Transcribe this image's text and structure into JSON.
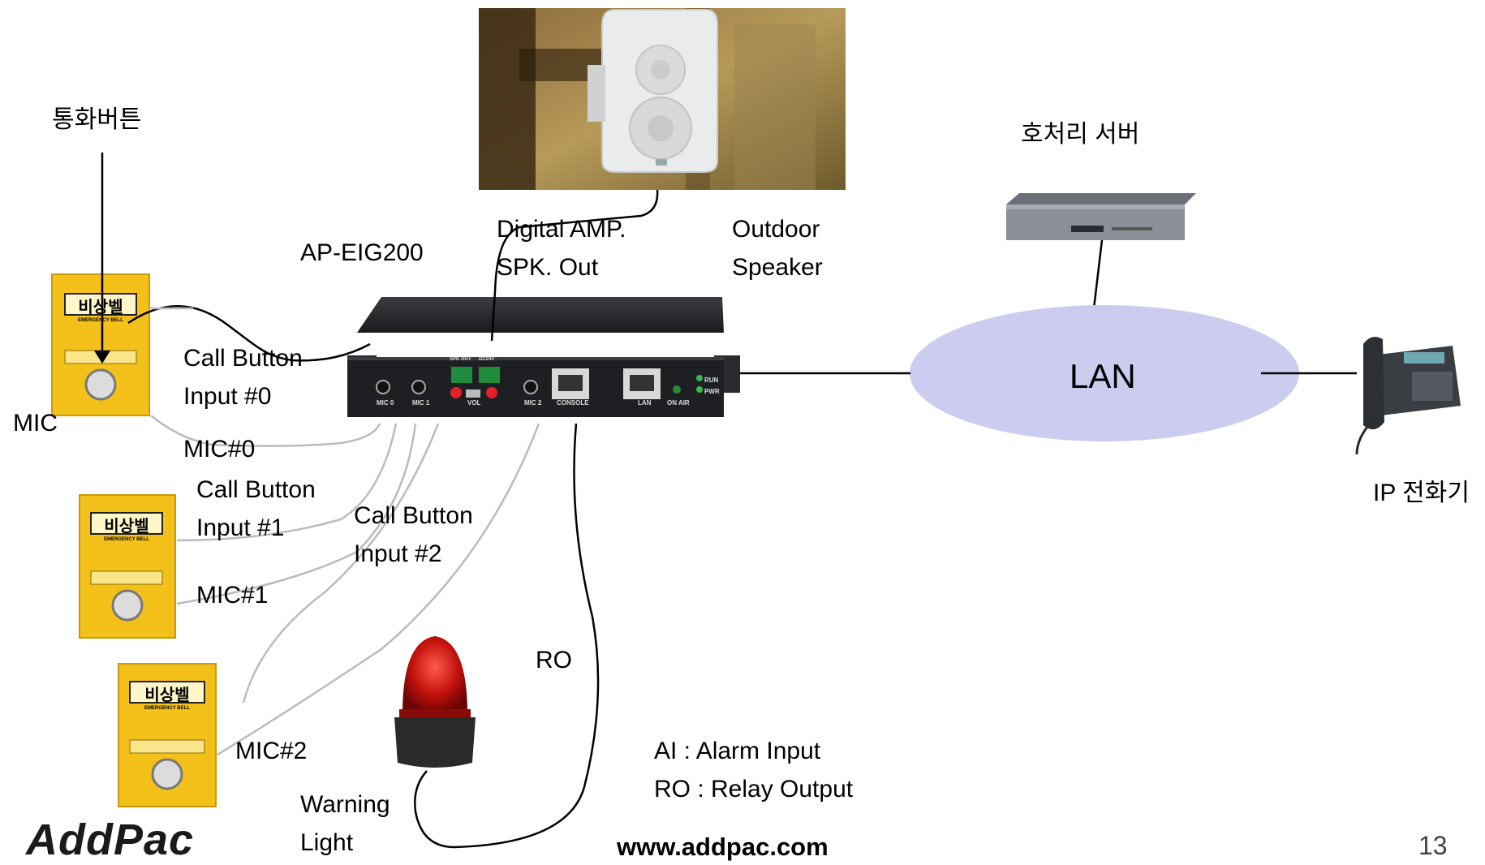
{
  "labels": {
    "call_button_ko": "통화버튼",
    "call_server": "호처리 서버",
    "model": "AP-EIG200",
    "digital_amp_line1": "Digital AMP.",
    "digital_amp_line2": "SPK. Out",
    "outdoor_line1": "Outdoor",
    "outdoor_line2": "Speaker",
    "lan": "LAN",
    "ip_phone": "IP 전화기",
    "mic": "MIC",
    "cb0_line1": "Call Button",
    "cb0_line2": "Input #0",
    "mic0": "MIC#0",
    "cb1_line1": "Call Button",
    "cb1_line2": "Input #1",
    "cb2_line1": "Call Button",
    "cb2_line2": "Input #2",
    "mic1": "MIC#1",
    "mic2": "MIC#2",
    "ro": "RO",
    "ai_legend": "AI : Alarm Input",
    "ro_legend": "RO : Relay Output",
    "warning_line1": "Warning",
    "warning_line2": "Light"
  },
  "device_panel": {
    "ports": [
      "MIC 0",
      "MIC 1",
      "SPK OUT",
      "DC24V",
      "VOL",
      "MIC 2",
      "CONSOLE",
      "LAN",
      "ON AIR",
      "RUN",
      "PWR"
    ]
  },
  "bell_box": {
    "title": "비상벨",
    "subtitle": "EMERGENCY BELL"
  },
  "footer": {
    "logo": "AddPac",
    "url": "www.addpac.com",
    "page": "13"
  },
  "colors": {
    "bell_yellow": "#f4c11a",
    "lan_cloud": "#ccccf0",
    "device_body": "#1d1f22"
  }
}
